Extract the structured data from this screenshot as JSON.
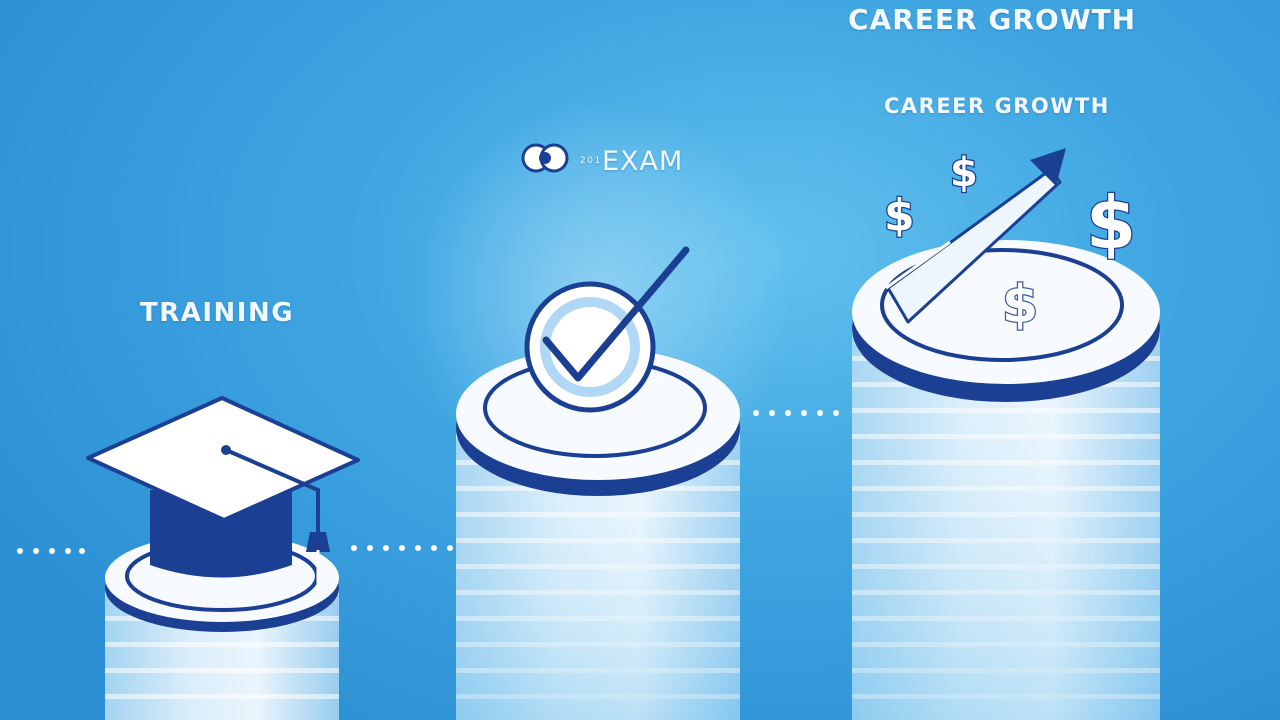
{
  "labels": {
    "top_heading": "CAREER GROWTH",
    "career_growth": "CAREER GROWTH",
    "exam": "EXAM",
    "training": "TRAINING",
    "exam_logo_small": "201"
  },
  "icons": {
    "training": "graduation-cap-icon",
    "exam": "checkmark-icon",
    "career": "growth-arrow-icon",
    "money": "dollar-sign-icon"
  },
  "currency_symbol": "$",
  "colors": {
    "background": "#3fa6e2",
    "navy": "#1b3f93",
    "pillar": "#e9f4fc",
    "white": "#ffffff"
  }
}
